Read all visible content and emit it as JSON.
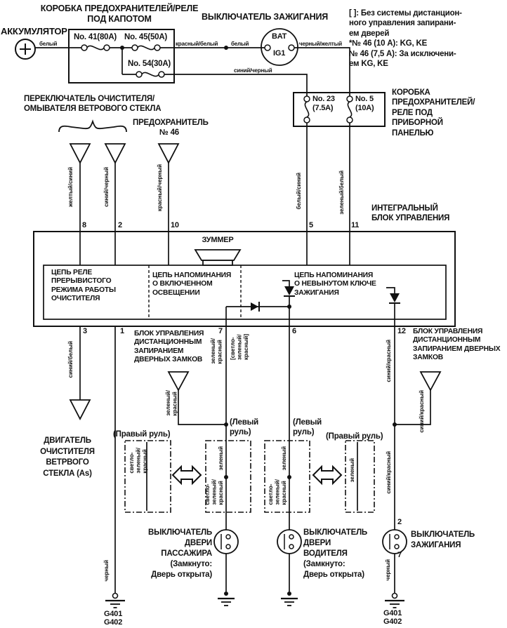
{
  "labels": {
    "underhood_fusebox": "КОРОБКА ПРЕДОХРАНИТЕЛЕЙ/РЕЛЕ\nПОД КАПОТОМ",
    "battery": "АККУМУЛЯТОР",
    "ignition_switch": "ВЫКЛЮЧАТЕЛЬ ЗАЖИГАНИЯ",
    "legend_note": "[ ]: Без системы дистанцион-\nного управления запирани-\nем дверей\n*№ 46 (10 А): KG, KE\n № 46 (7,5 А): За исключени-\nем KG, KE",
    "dash_fusebox": "КОРОБКА\nПРЕДОХРАНИТЕЛЕЙ/\nРЕЛЕ ПОД\nПРИБОРНОЙ\nПАНЕЛЬЮ",
    "wiper_washer_switch": "ПЕРЕКЛЮЧАТЕЛЬ ОЧИСТИТЕЛЯ/\nОМЫВАТЕЛЯ ВЕТРОВОГО СТЕКЛА",
    "fuse46": "ПРЕДОХРАНИТЕЛЬ",
    "fuse46_no": "№ 46",
    "icu": "ИНТЕГРАЛЬНЫЙ\nБЛОК УПРАВЛЕНИЯ",
    "buzzer": "ЗУММЕР",
    "circuit_wiper_relay": "ЦЕПЬ РЕЛЕ\nПРЕРЫВИСТОГО\nРЕЖИМА РАБОТЫ\nОЧИСТИТЕЛЯ",
    "circuit_lights_reminder": "ЦЕПЬ НАПОМИНАНИЯ\nО ВКЛЮЧЕННОМ\nОСВЕЩЕНИИ",
    "circuit_key_reminder": "ЦЕПЬ НАПОМИНАНИЯ\nО НЕВЫНУТОМ КЛЮЧЕ\nЗАЖИГАНИЯ",
    "door_lock_unit_left": "БЛОК УПРАВЛЕНИЯ\nДИСТАНЦИОННЫМ\nЗАПИРАНИЕМ\nДВЕРНЫХ ЗАМКОВ",
    "door_lock_unit_right": "БЛОК УПРАВЛЕНИЯ\nДИСТАНЦИОННЫМ\nЗАПИРАНИЕМ ДВЕРНЫХ\nЗАМКОВ",
    "wiper_motor": "ДВИГАТЕЛЬ\nОЧИСТИТЕЛЯ\nВЕТРВОГО\nСТЕКЛА (As)",
    "passenger_door_switch": "ВЫКЛЮЧАТЕЛЬ\nДВЕРИ\nПАССАЖИРА\n(Замкнуто:\nДверь открыта)",
    "driver_door_switch": "ВЫКЛЮЧАТЕЛЬ\nДВЕРИ\nВОДИТЕЛЯ\n(Замкнуто:\nДверь открыта)",
    "ignition_switch_lower": "ВЫКЛЮЧАТЕЛЬ\nЗАЖИГАНИЯ",
    "lhd": "(Левый\nруль)",
    "rhd": "(Правый руль)",
    "g401": "G401",
    "g402": "G402"
  },
  "fuses": {
    "no41": "No. 41(80A)",
    "no45": "No. 45(50A)",
    "no54": "No. 54(30A)",
    "no23": "No. 23\n(7.5A)",
    "no5": "No. 5\n(10A)"
  },
  "terminals": {
    "bat": "BAT",
    "ig1": "IG1"
  },
  "pins": {
    "p8": "8",
    "p2": "2",
    "p10": "10",
    "p5": "5",
    "p11": "11",
    "p3": "3",
    "p1": "1",
    "p7": "7",
    "p6": "6",
    "p12": "12",
    "ign_top": "2",
    "ign_bottom": "7"
  },
  "wires": {
    "white": "белый",
    "red_white": "красный/белый",
    "black_yellow": "черный/желтый",
    "blue_black": "синий/черный",
    "yellow_blue": "желтый/синий",
    "red_black": "красный/черный",
    "white_blue": "белый/синий",
    "green_white": "зеленый/белый",
    "blue_white": "синий/белый",
    "black": "черный",
    "green_red_2": "зеленый/\nкрасный",
    "lt_green_red": "светло-\nзеленый/\nкрасный",
    "lt_green_red_bracketed": "[светло-\nзеленый/\nкрасный]",
    "blue_red": "синий/красный",
    "green": "зеленый"
  }
}
